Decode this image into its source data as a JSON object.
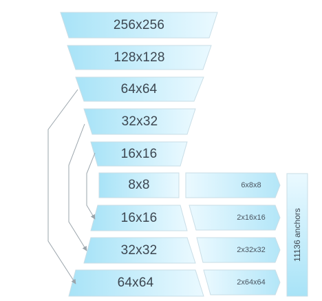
{
  "pyramid": {
    "encoder": [
      "256x256",
      "128x128",
      "64x64",
      "32x32",
      "16x16"
    ],
    "bottleneck": "8x8",
    "decoder": [
      "16x16",
      "32x32",
      "64x64"
    ]
  },
  "anchor_boxes": [
    "6x8x8",
    "2x16x16",
    "2x32x32",
    "2x64x64"
  ],
  "total_label": "11136 anchors",
  "colors": {
    "fill_light": "#eaf9ff",
    "fill_dark": "#a8e3f7",
    "outline": "#c8dde6",
    "arrow": "#9aa4ab",
    "text": "#3c4650"
  }
}
